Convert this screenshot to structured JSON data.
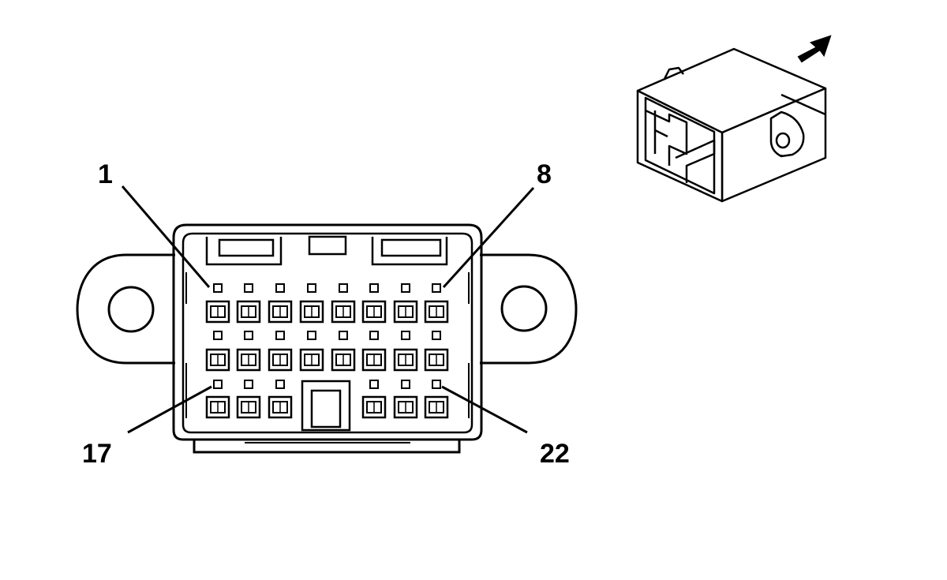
{
  "connector": {
    "pin_labels": {
      "top_left": "1",
      "top_right": "8",
      "bottom_left": "17",
      "bottom_right": "22"
    },
    "rows": [
      {
        "count": 8
      },
      {
        "count": 8
      },
      {
        "count": 6
      }
    ]
  },
  "inset": {
    "icon": "connector-3d-view",
    "arrow_icon": "direction-arrow-icon"
  },
  "colors": {
    "line": "#000000",
    "background": "#ffffff"
  }
}
